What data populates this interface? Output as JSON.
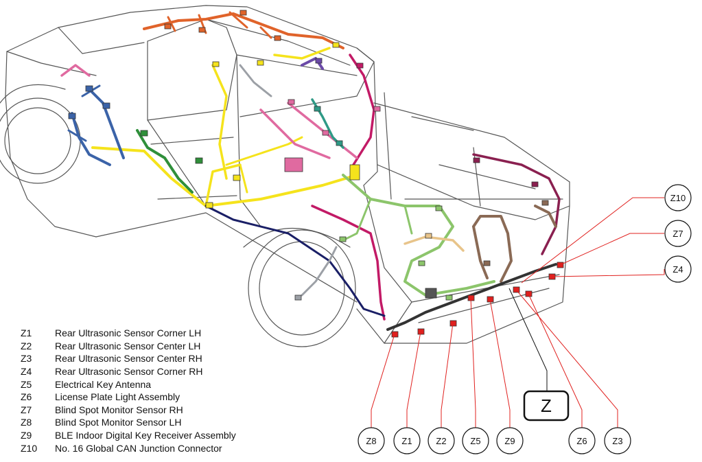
{
  "legend": [
    {
      "code": "Z1",
      "label": "Rear Ultrasonic Sensor Corner LH"
    },
    {
      "code": "Z2",
      "label": "Rear Ultrasonic Sensor Center LH"
    },
    {
      "code": "Z3",
      "label": "Rear Ultrasonic Sensor Center RH"
    },
    {
      "code": "Z4",
      "label": "Rear Ultrasonic Sensor Corner RH"
    },
    {
      "code": "Z5",
      "label": "Electrical Key Antenna"
    },
    {
      "code": "Z6",
      "label": "License Plate Light Assembly"
    },
    {
      "code": "Z7",
      "label": "Blind Spot Monitor Sensor RH"
    },
    {
      "code": "Z8",
      "label": "Blind Spot Monitor Sensor LH"
    },
    {
      "code": "Z9",
      "label": "BLE Indoor Digital Key Receiver Assembly"
    },
    {
      "code": "Z10",
      "label": "No. 16 Global CAN Junction Connector"
    }
  ],
  "group_label": "Z",
  "callouts": {
    "Z10": "Z10",
    "Z7": "Z7",
    "Z4": "Z4",
    "Z8": "Z8",
    "Z1": "Z1",
    "Z2": "Z2",
    "Z5": "Z5",
    "Z9": "Z9",
    "Z6": "Z6",
    "Z3": "Z3"
  },
  "colors": {
    "outline": "#555555",
    "leader": "#e0201e",
    "harness_orange": "#e0632a",
    "harness_yellow": "#f5e31c",
    "harness_blue": "#3b63a8",
    "harness_green": "#2f8f3a",
    "harness_magenta": "#c21a66",
    "harness_pink": "#e06aa0",
    "harness_lightgreen": "#8cc56b",
    "harness_teal": "#2f9a86",
    "harness_navy": "#1a1f66",
    "harness_brown": "#8a6a55",
    "harness_tan": "#e8c48a",
    "harness_purple": "#6b4aa8",
    "harness_gray": "#9ca0a6",
    "harness_dark": "#333333"
  }
}
